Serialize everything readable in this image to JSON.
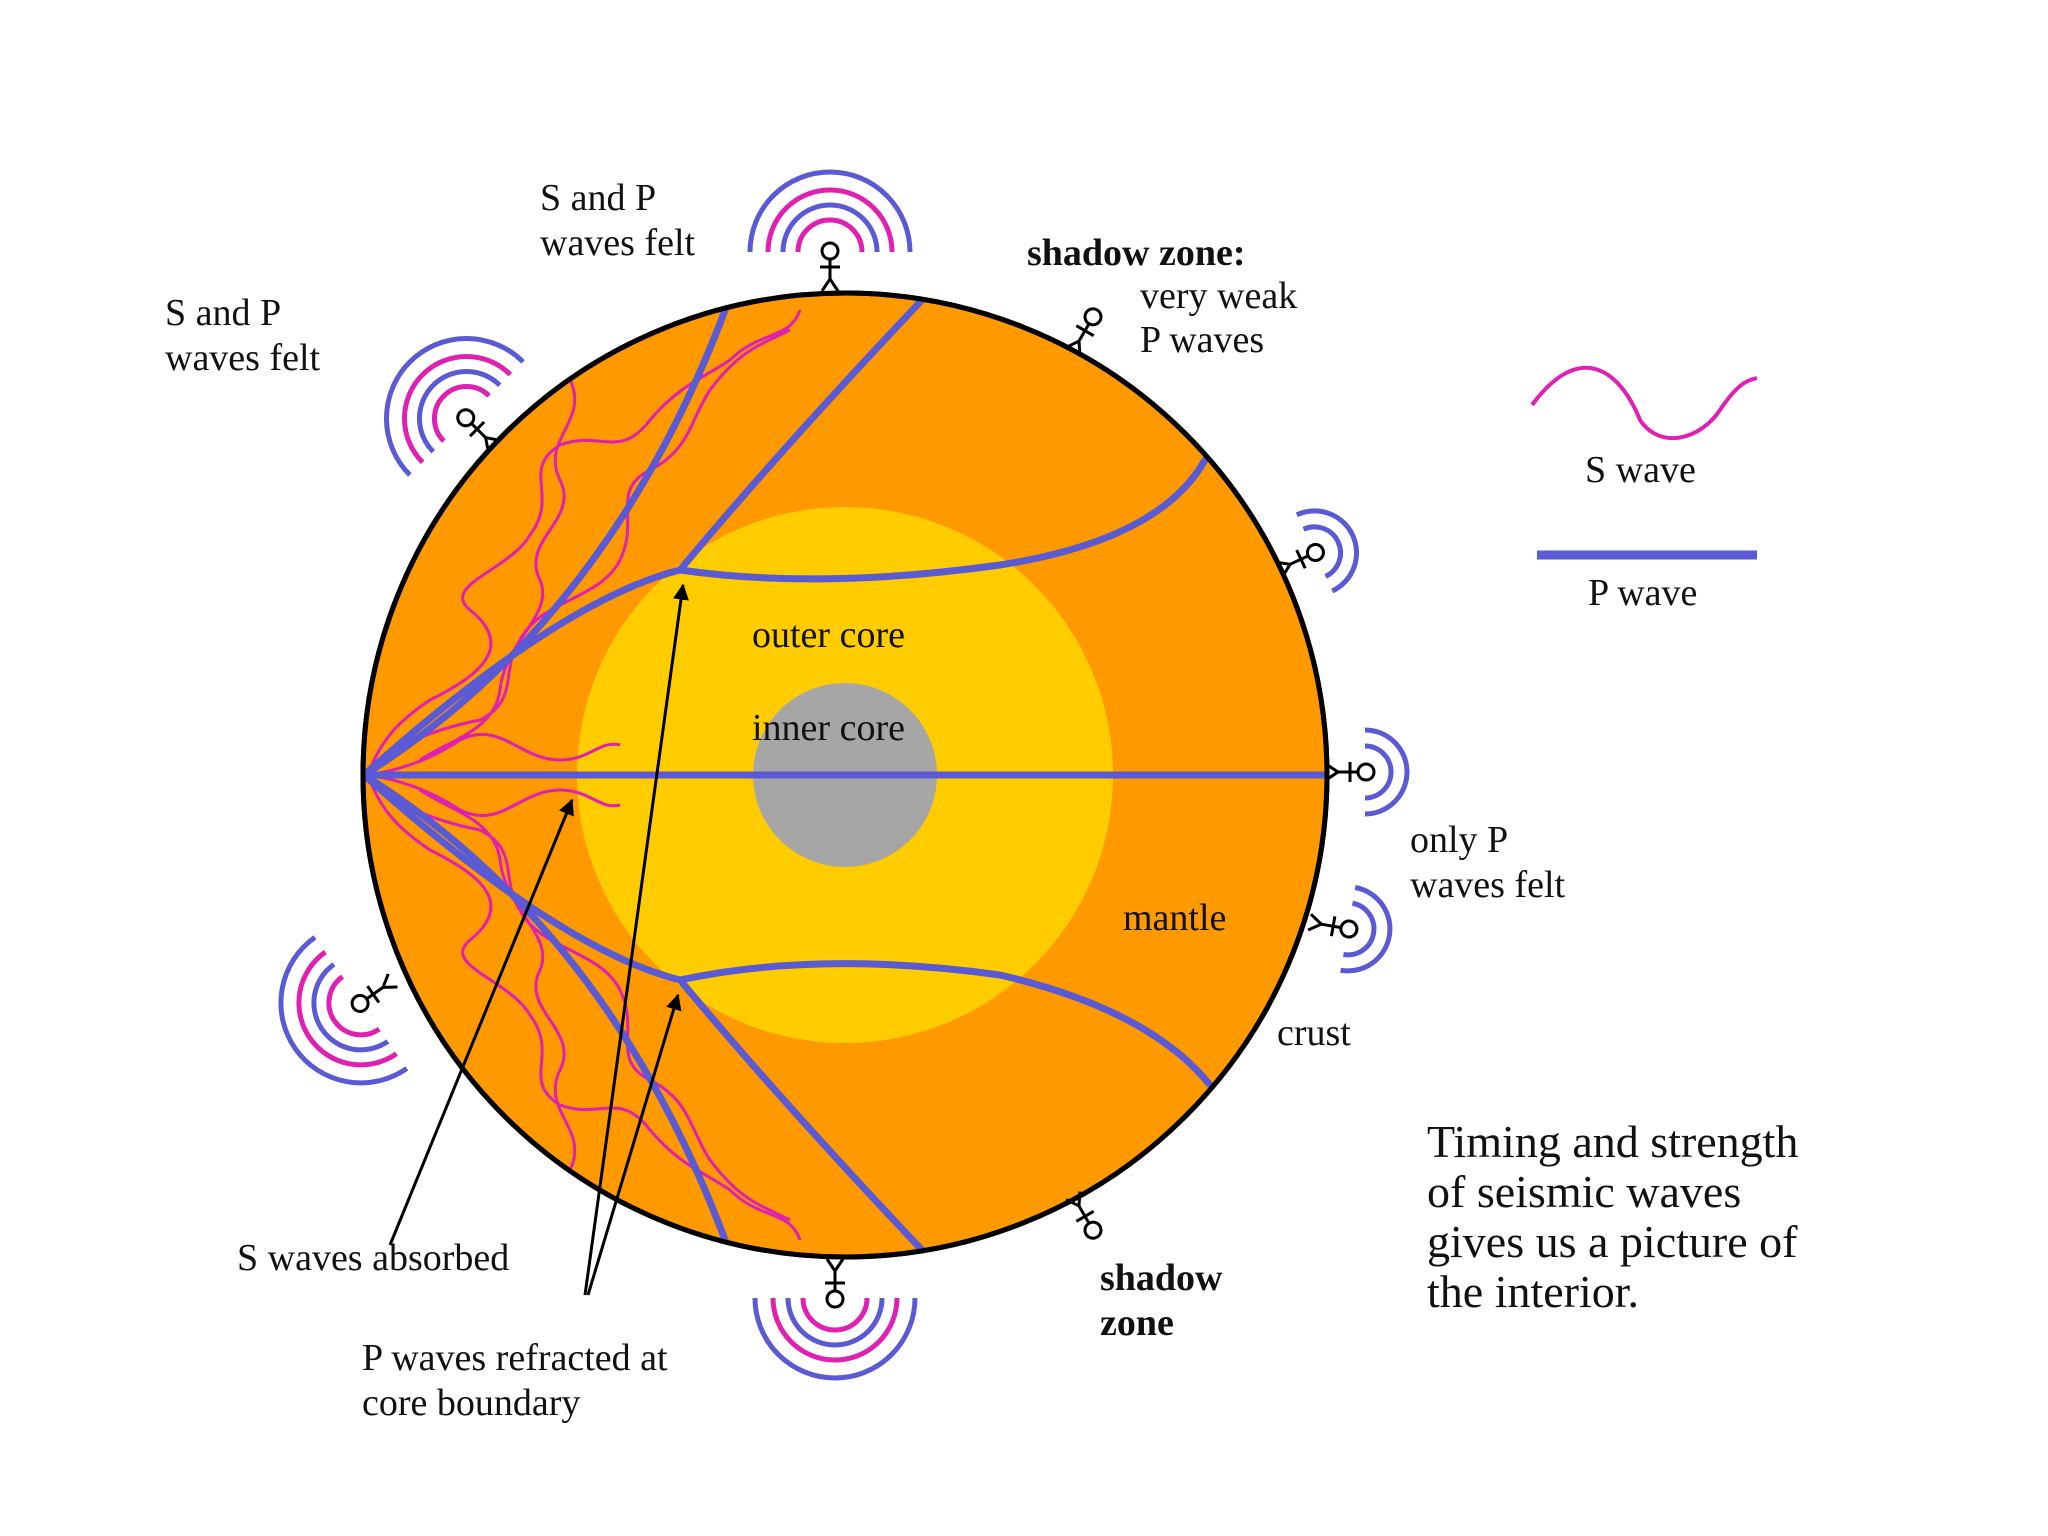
{
  "colors": {
    "mantle": "#ff9900",
    "outer_core": "#ffcc00",
    "inner_core": "#a6a6a6",
    "p_wave": "#5a5ad4",
    "s_wave": "#e020b0",
    "outline": "#000000"
  },
  "labels": {
    "outer_core": "outer core",
    "inner_core": "inner core",
    "mantle": "mantle",
    "crust": "crust",
    "sp_top": [
      "S and P",
      "waves felt"
    ],
    "sp_left": [
      "S and P",
      "waves felt"
    ],
    "shadow_top": [
      "shadow zone:",
      "very weak",
      "P waves"
    ],
    "only_p": [
      "only P",
      "waves felt"
    ],
    "shadow_bottom": [
      "shadow",
      "zone"
    ],
    "s_absorbed": "S waves absorbed",
    "p_refracted": [
      "P waves refracted at",
      "core boundary"
    ]
  },
  "legend": {
    "s_wave": "S wave",
    "p_wave": "P wave"
  },
  "caption": [
    "Timing and strength",
    "of seismic waves",
    "gives us a picture of",
    "the interior."
  ]
}
